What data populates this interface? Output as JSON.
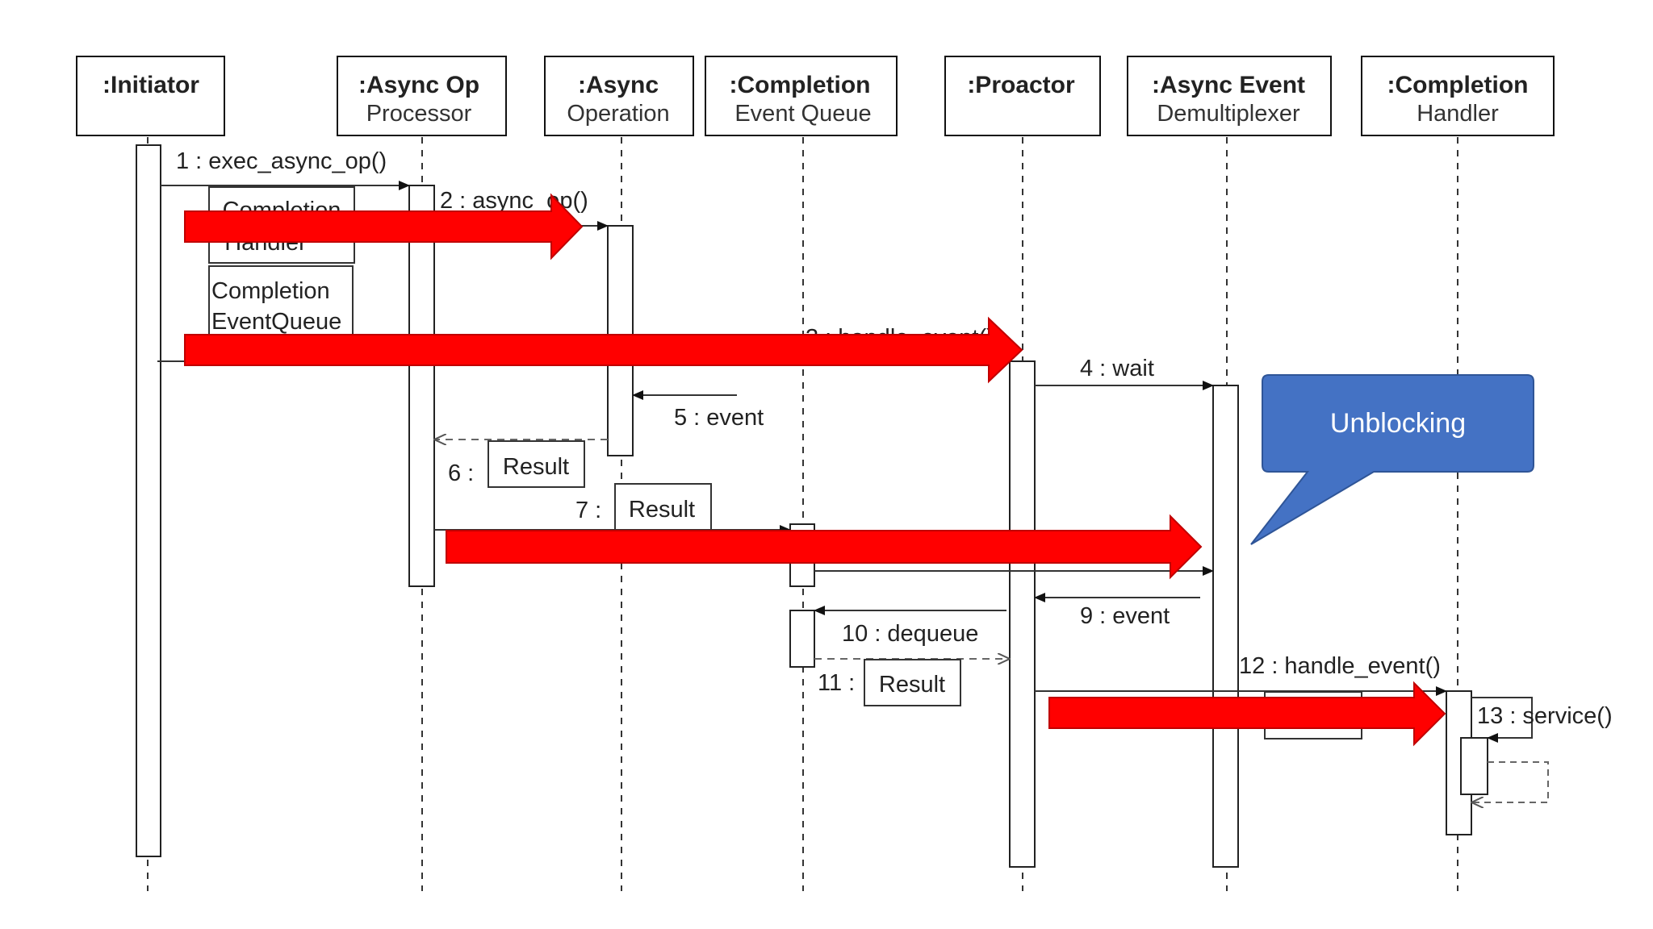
{
  "participants": [
    {
      "id": "initiator",
      "line1": ":Initiator",
      "line2": ""
    },
    {
      "id": "async-op-processor",
      "line1": ":Async Op",
      "line2": "Processor"
    },
    {
      "id": "async-operation",
      "line1": ":Async",
      "line2": "Operation"
    },
    {
      "id": "completion-event-queue",
      "line1": ":Completion",
      "line2": "Event Queue"
    },
    {
      "id": "proactor",
      "line1": ":Proactor",
      "line2": ""
    },
    {
      "id": "async-event-demux",
      "line1": ":Async Event",
      "line2": "Demultiplexer"
    },
    {
      "id": "completion-handler",
      "line1": ":Completion",
      "line2": "Handler"
    }
  ],
  "messages": [
    {
      "id": "m1",
      "label": "1 : exec_async_op()"
    },
    {
      "id": "m2",
      "label": "2 : async_op()"
    },
    {
      "id": "m3",
      "label": "3 : handle_event()"
    },
    {
      "id": "m4",
      "label": "4 : wait"
    },
    {
      "id": "m5",
      "label": "5 : event"
    },
    {
      "id": "m6",
      "label": "6 :"
    },
    {
      "id": "m7",
      "label": "7 :"
    },
    {
      "id": "m9",
      "label": "9 : event"
    },
    {
      "id": "m10",
      "label": "10 : dequeue"
    },
    {
      "id": "m11",
      "label": "11 :"
    },
    {
      "id": "m12",
      "label": "12 : handle_event()"
    },
    {
      "id": "m13",
      "label": "13 : service()"
    }
  ],
  "notes": {
    "completion_handler": [
      "Completion",
      "Handler"
    ],
    "completion_event_queue": [
      "Completion",
      "EventQueue"
    ],
    "result": "Result"
  },
  "callout": {
    "text": "Unblocking",
    "color": "#4472C4"
  },
  "highlight_color": "#FF0000"
}
